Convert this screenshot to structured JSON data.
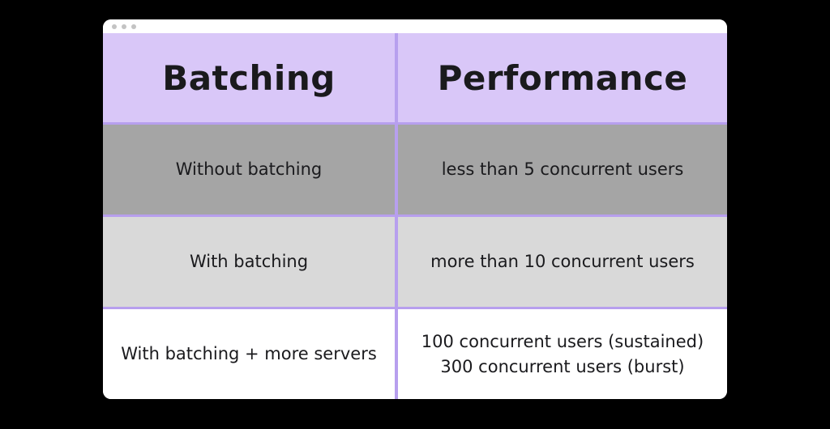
{
  "window": {
    "controls": {
      "close": "window control dot",
      "minimize": "window control dot",
      "maximize": "window control dot"
    }
  },
  "table": {
    "header": {
      "col1": "Batching",
      "col2": "Performance"
    },
    "rows": [
      {
        "label": "Without batching",
        "value_lines": [
          "less than 5 concurrent users"
        ]
      },
      {
        "label": "With batching",
        "value_lines": [
          "more than 10 concurrent users"
        ]
      },
      {
        "label": "With batching + more servers",
        "value_lines": [
          "100 concurrent users (sustained)",
          "300 concurrent users (burst)"
        ]
      }
    ]
  },
  "colors": {
    "canvas_bg": "#000000",
    "titlebar_bg": "#ffffff",
    "window_dot": "#c3c3c3",
    "header_bg": "#d9c7f8",
    "row1_bg": "#a5a5a5",
    "row2_bg": "#d9d9d9",
    "row3_bg": "#ffffff",
    "divider": "#b79fee",
    "text": "#1a1a1d"
  },
  "chart_data": {
    "type": "table",
    "title": "",
    "columns": [
      "Batching",
      "Performance"
    ],
    "rows": [
      [
        "Without batching",
        "less than 5 concurrent users"
      ],
      [
        "With batching",
        "more than 10 concurrent users"
      ],
      [
        "With batching + more servers",
        "100 concurrent users (sustained); 300 concurrent users (burst)"
      ]
    ],
    "layout": {
      "header_style": "lavender background, bold large text",
      "row_styles": [
        "gray",
        "light-gray",
        "white"
      ],
      "grid": "purple divider lines between rows and columns",
      "frame": "browser window mockup on black background"
    }
  }
}
